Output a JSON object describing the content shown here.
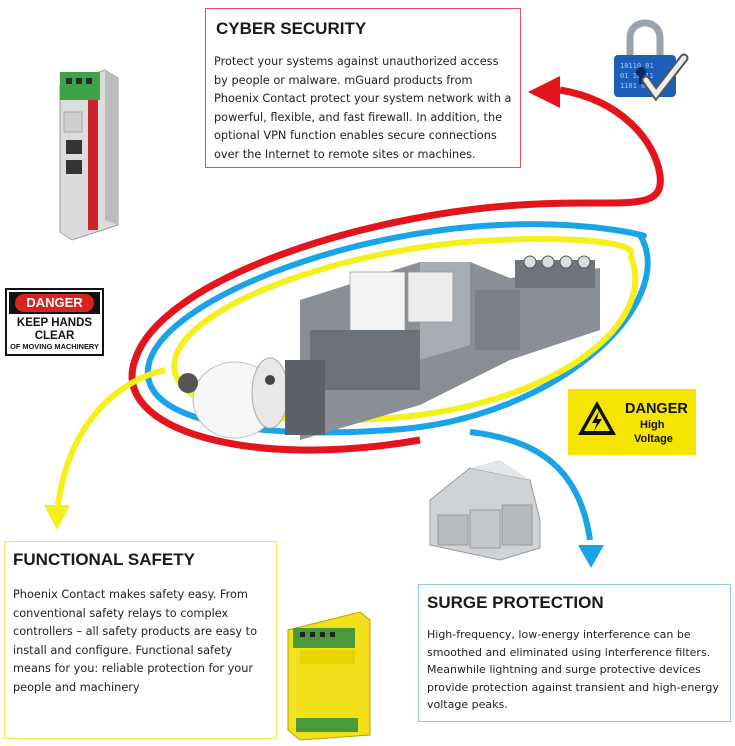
{
  "cyber_security": {
    "title": "CYBER SECURITY",
    "text": "Protect your systems against unauthorized access by people or malware. mGuard products from Phoenix Contact protect your system network with a powerful, flexible, and fast firewall. In addition, the optional VPN function enables secure connections over the  Internet to remote sites or machines."
  },
  "functional_safety": {
    "title": "FUNCTIONAL SAFETY",
    "text": "Phoenix Contact makes safety easy. From conventional safety relays to complex controllers – all safety products are easy to install and configure. Functional safety means for you: reliable protection for your people and machinery"
  },
  "surge_protection": {
    "title": "SURGE PROTECTION",
    "text": "High-frequency, low-energy interference can be smoothed and eliminated using interference filters. Meanwhile lightning and surge protective devices provide protection against transient and high-energy voltage peaks."
  },
  "danger_sign": {
    "header": "DANGER",
    "line1": "KEEP HANDS",
    "line2": "CLEAR",
    "line3": "OF MOVING MACHINERY"
  },
  "high_voltage_sign": {
    "header": "DANGER",
    "line1": "High",
    "line2": "Voltage"
  },
  "colors": {
    "red_arrow": "#e3141b",
    "blue_arrow": "#1aa3e6",
    "yellow_arrow": "#f5ef1c",
    "cyber_border": "#d9534f",
    "safety_border": "#f2ee55",
    "surge_border": "#8ad0dc",
    "warning_yellow": "#f6e500"
  },
  "icons": [
    "lock-icon",
    "mguard-router",
    "safety-relay",
    "surge-protector",
    "printing-machine"
  ]
}
